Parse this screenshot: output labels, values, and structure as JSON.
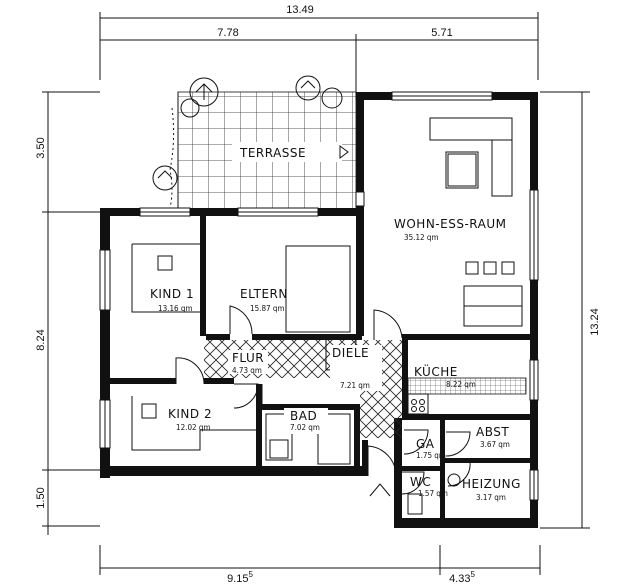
{
  "dimensions": {
    "total_width": "13.49",
    "top_left": "7.78",
    "top_right": "5.71",
    "left_top": "3.50",
    "left_middle": "8.24",
    "left_bottom": "1.50",
    "right_height": "13.24",
    "bottom_left": "9.15",
    "bottom_left_sup": "5",
    "bottom_right": "4.33",
    "bottom_right_sup": "5"
  },
  "rooms": {
    "terrasse": {
      "name": "TERRASSE"
    },
    "wohn": {
      "name": "WOHN-ESS-RAUM",
      "area": "35.12 qm"
    },
    "eltern": {
      "name": "ELTERN",
      "area": "15.87 qm"
    },
    "kind1": {
      "name": "KIND 1",
      "area": "13.16 qm"
    },
    "kind2": {
      "name": "KIND 2",
      "area": "12.02 qm"
    },
    "flur": {
      "name": "FLUR",
      "area": "4.73 qm"
    },
    "diele": {
      "name": "DIELE",
      "area": "7.21 qm"
    },
    "kueche": {
      "name": "KÜCHE",
      "area": "8.22 qm"
    },
    "bad": {
      "name": "BAD",
      "area": "7.02 qm"
    },
    "ga": {
      "name": "GA",
      "area": "1.75 qm"
    },
    "wc": {
      "name": "WC",
      "area": "1.57 qm"
    },
    "abst": {
      "name": "ABST",
      "area": "3.67 qm"
    },
    "heizung": {
      "name": "HEIZUNG",
      "area": "3.17 qm"
    }
  }
}
